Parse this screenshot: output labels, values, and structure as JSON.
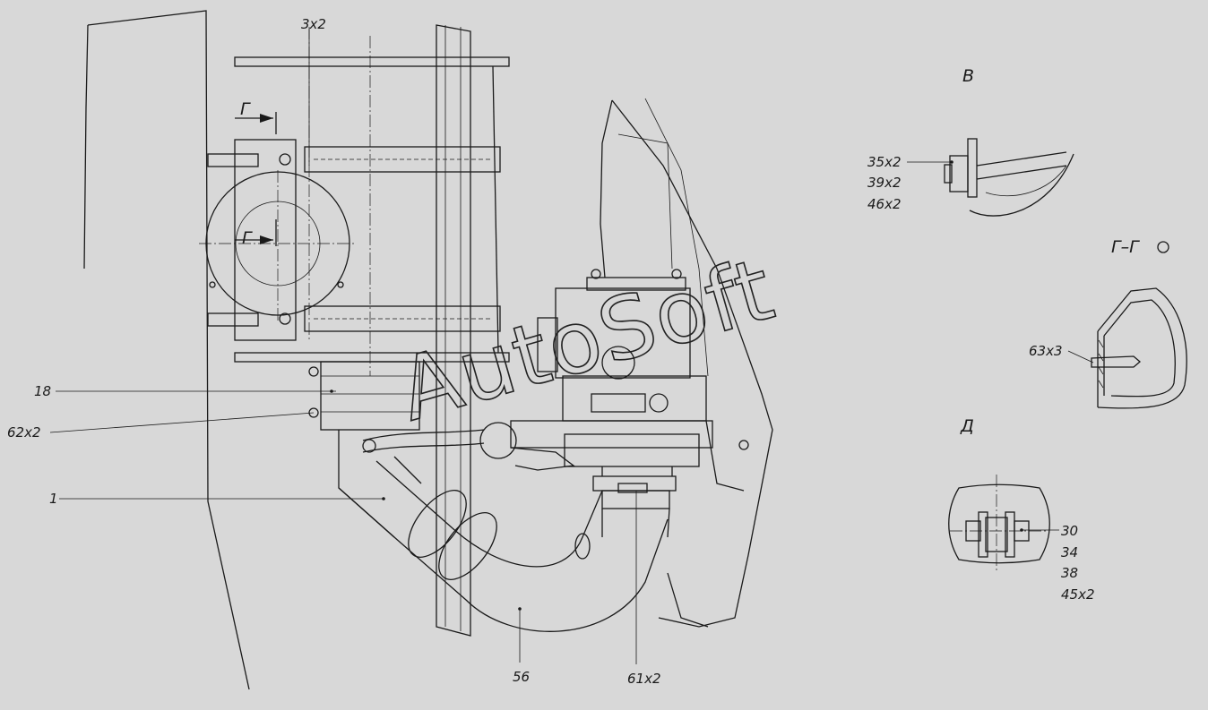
{
  "labels": {
    "l_3x2": "3x2",
    "l_18": "18",
    "l_62x2": "62x2",
    "l_1": "1",
    "l_56": "56",
    "l_61x2": "61x2",
    "l_35x2": "35x2",
    "l_39x2": "39x2",
    "l_46x2": "46x2",
    "l_63x3": "63x3",
    "l_30": "30",
    "l_34": "34",
    "l_38": "38",
    "l_45x2": "45x2"
  },
  "views": {
    "view_v": "В",
    "view_g": "Г",
    "view_g_lower": "Г",
    "section_gg": "Г–Г",
    "view_d": "Д"
  },
  "watermark": "AutoSoft"
}
